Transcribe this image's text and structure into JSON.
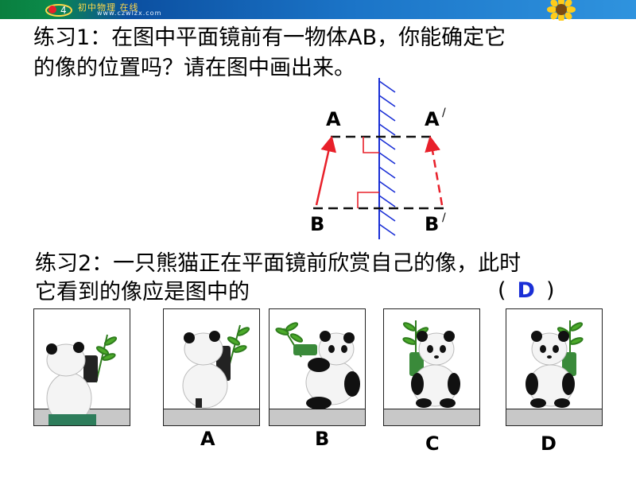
{
  "banner": {
    "site_name": "初中物理 在线",
    "site_url": "www.czwlzx.com"
  },
  "exercise1": {
    "line1": "练习1：在图中平面镜前有一物体AB，你能确定它",
    "line2": "的像的位置吗？请在图中画出来。",
    "labels": {
      "a": "A",
      "a_image": "A",
      "b": "B",
      "b_image": "B",
      "prime": "/"
    }
  },
  "exercise2": {
    "line1": "练习2：一只熊猫正在平面镜前欣赏自己的像，此时",
    "line2": "它看到的像应是图中的",
    "bracket_open": "(",
    "answer": "D",
    "bracket_close": ")",
    "options": [
      "A",
      "B",
      "C",
      "D"
    ]
  },
  "colors": {
    "mirror": "#1a2fd6",
    "object": "#e8202a",
    "answer": "#1a2fd6"
  }
}
